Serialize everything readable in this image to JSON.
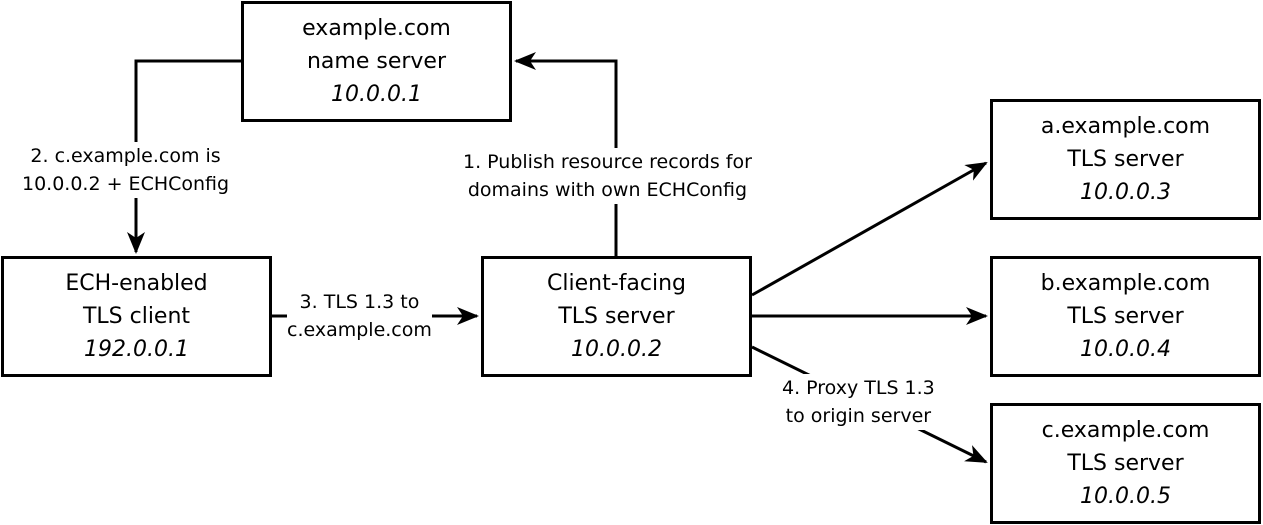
{
  "nodes": {
    "name_server": {
      "line1": "example.com",
      "line2": "name server",
      "ip": "10.0.0.1"
    },
    "client": {
      "line1": "ECH-enabled",
      "line2": "TLS client",
      "ip": "192.0.0.1"
    },
    "client_facing": {
      "line1": "Client-facing",
      "line2": "TLS server",
      "ip": "10.0.0.2"
    },
    "server_a": {
      "line1": "a.example.com",
      "line2": "TLS server",
      "ip": "10.0.0.3"
    },
    "server_b": {
      "line1": "b.example.com",
      "line2": "TLS server",
      "ip": "10.0.0.4"
    },
    "server_c": {
      "line1": "c.example.com",
      "line2": "TLS server",
      "ip": "10.0.0.5"
    }
  },
  "edges": {
    "step1": {
      "line1": "1. Publish resource records for",
      "line2": "domains with own ECHConfig"
    },
    "step2": {
      "line1": "2. c.example.com is",
      "line2": "10.0.0.2 + ECHConfig"
    },
    "step3": {
      "line1": "3. TLS 1.3 to",
      "line2": "c.example.com"
    },
    "step4": {
      "line1": "4. Proxy TLS 1.3",
      "line2": "to origin server"
    }
  }
}
